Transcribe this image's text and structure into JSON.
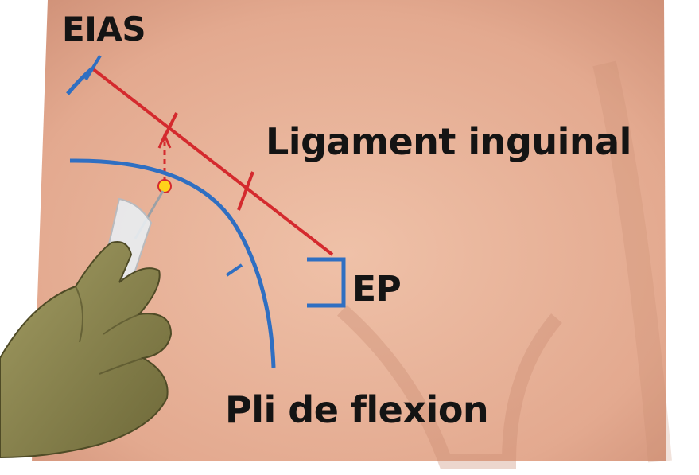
{
  "labels": {
    "eias": "EIAS",
    "ligament": "Ligament inguinal",
    "ep": "EP",
    "pli": "Pli de flexion"
  },
  "colors": {
    "ligament_line": "#d42a2e",
    "flexion_crease": "#2f6fc2",
    "ep_bracket": "#2f6fc2",
    "puncture_point": "#ffd21a",
    "skin": "#e8b39a",
    "glove": "#8a8550"
  }
}
